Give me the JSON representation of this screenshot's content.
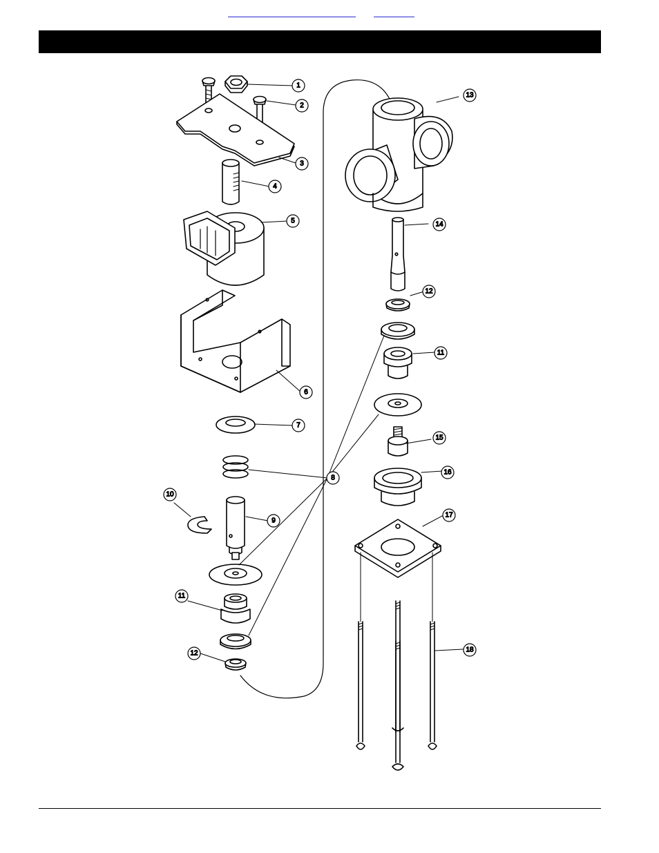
{
  "header": {
    "links": [
      {
        "label": ""
      },
      {
        "label": ""
      }
    ]
  },
  "diagram": {
    "callouts": [
      {
        "number": "1"
      },
      {
        "number": "2"
      },
      {
        "number": "3"
      },
      {
        "number": "4"
      },
      {
        "number": "5"
      },
      {
        "number": "6"
      },
      {
        "number": "7"
      },
      {
        "number": "8"
      },
      {
        "number": "9"
      },
      {
        "number": "10"
      },
      {
        "number": "11"
      },
      {
        "number": "12"
      },
      {
        "number": "13"
      },
      {
        "number": "14"
      },
      {
        "number": "12"
      },
      {
        "number": "11"
      },
      {
        "number": "15"
      },
      {
        "number": "16"
      },
      {
        "number": "17"
      },
      {
        "number": "18"
      }
    ]
  }
}
